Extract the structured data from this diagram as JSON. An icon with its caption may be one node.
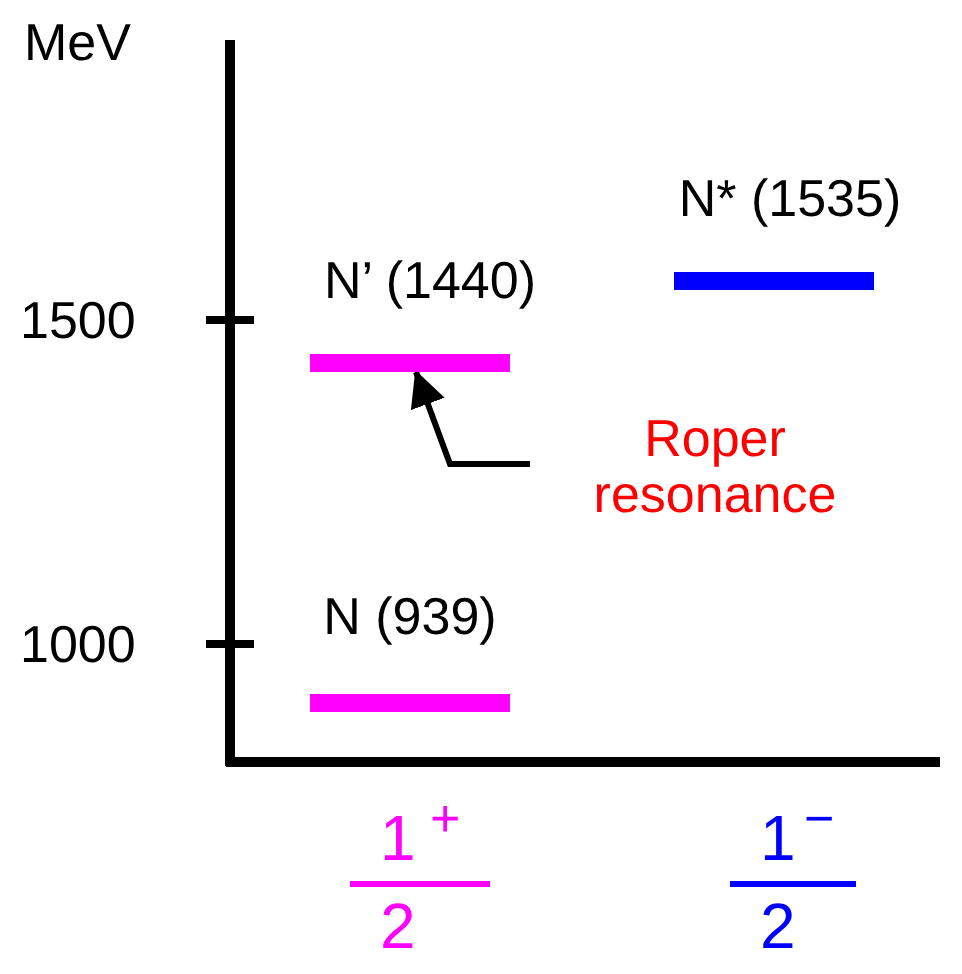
{
  "diagram": {
    "nodes": [
      {
        "text": [
          "N’ (1440)"
        ]
      },
      {
        "text": [
          "N* (1535)"
        ]
      },
      {
        "text": [
          "N (939)"
        ]
      },
      {
        "text": [
          "Roper resonance"
        ]
      }
    ],
    "edges": [
      {
        "from": 3,
        "to": 0,
        "arrow": "to"
      }
    ],
    "labels": [
      "MeV",
      "1500",
      "1000",
      "1",
      "+",
      "2",
      "1",
      "−",
      "2"
    ]
  }
}
